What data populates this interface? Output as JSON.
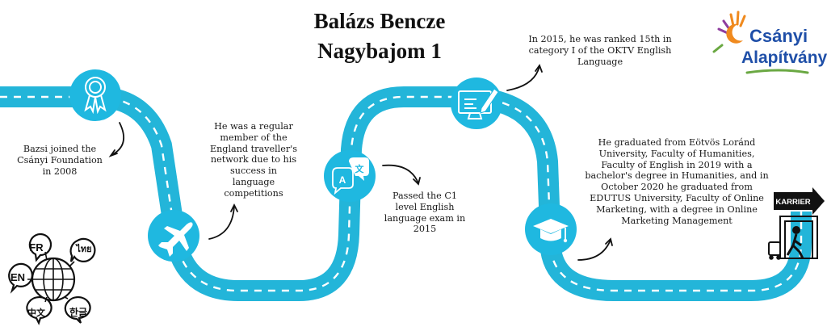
{
  "title": {
    "line1": "Balázs Bencze",
    "line2": "Nagybajom 1"
  },
  "logo": {
    "line1": "Csányi",
    "line2": "Alapítvány"
  },
  "milestones": [
    {
      "id": "foundation",
      "icon": "ribbon-award-icon",
      "text": "Bazsi joined the Csányi Foundation in 2008"
    },
    {
      "id": "network",
      "icon": "airplane-icon",
      "text": "He was a regular member of the England traveller's network due to his success in language competitions"
    },
    {
      "id": "exam",
      "icon": "translate-bubbles-icon",
      "text": "Passed the C1 level English language exam in 2015"
    },
    {
      "id": "oktv",
      "icon": "monitor-pen-icon",
      "text": "In 2015, he was ranked 15th in category I of the OKTV English Language"
    },
    {
      "id": "graduation",
      "icon": "graduation-cap-icon",
      "text": "He graduated from Eötvös Loránd University, Faculty of Humanities, Faculty of English in 2019 with a bachelor's degree in Humanities, and in October 2020 he graduated from EDUTUS University, Faculty of Online Marketing, with a degree in Online Marketing Management"
    }
  ],
  "karrier_label": "KARRIER",
  "globe_languages": {
    "fr": "FR",
    "en": "EN",
    "th": "ไทย",
    "zh": "中文",
    "ko": "한글"
  },
  "colors": {
    "road": "#23b5d9",
    "circle": "#1fb8e0",
    "text": "#1a1a1a",
    "logo_blue": "#1f4fa8",
    "logo_orange": "#f08a1e",
    "logo_green": "#6aa842",
    "logo_purple": "#8e3c9e"
  }
}
